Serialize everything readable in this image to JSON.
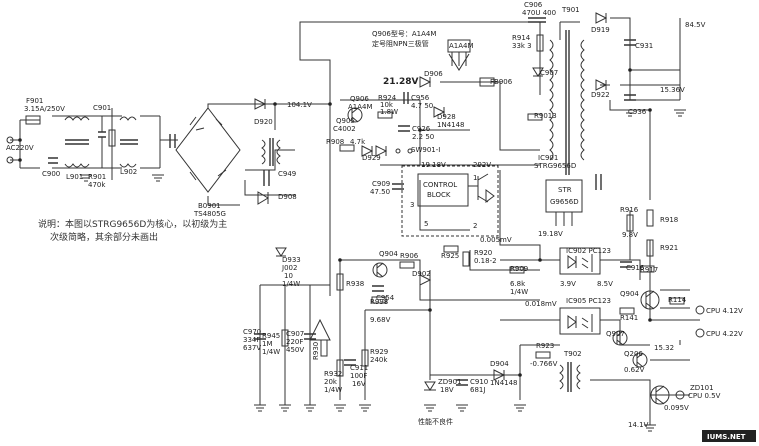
{
  "labels": {
    "f901": "F901",
    "f901_rating": "3.15A/250V",
    "ac220v": "AC220V",
    "c900": "C900",
    "c901": "C901",
    "l901": "L901",
    "r901": "R901",
    "r901_val": "470k",
    "l902": "L902",
    "b0901": "B0901",
    "b0901_part": "TS4805G",
    "c949": "C949",
    "d908": "D908",
    "d920": "D920",
    "v104": "104.1V",
    "d906": "D906",
    "v21": "21.28V",
    "c906": "C906",
    "c906_val": "470U 400",
    "t901": "T901",
    "r914": "R914",
    "r914_val": "33k 3",
    "c907": "C907",
    "fb906": "FB906",
    "q906_note1": "Q906型号：A1A4M",
    "q906_note2": "定号阻NPN三极管",
    "a1a4m": "A1A4M",
    "d919": "D919",
    "v84": "84.5V",
    "c931": "C931",
    "d922": "D922",
    "v15_36": "15.36V",
    "c936": "C936",
    "r9013": "R9013",
    "q906": "Q906",
    "q906_part": "A1A4M",
    "r924": "R924",
    "r924_val": "10k",
    "r924_val2": "1.8W",
    "c956": "C956",
    "c956_val": "4.7 50",
    "d928": "D928",
    "d928_part": "1N4148",
    "q905": "Q905",
    "c4002": "C4002",
    "c926": "C926",
    "c926_val": "2.2 50",
    "r908": "R908",
    "r908_val": "4.7k",
    "d929": "D929",
    "sw901": "SW901-I",
    "v19_18": "19.18V",
    "v292": "292V",
    "ic901": "IC901",
    "ic901_part": "STRG9656D",
    "c909": "C909",
    "c909_val": "47.50",
    "control_block_1": "CONTROL",
    "control_block_2": "BLOCK",
    "pin_3": "3",
    "pin_5": "5",
    "pin_1": "1",
    "pin_2": "2",
    "str_1": "STR",
    "str_2": "G9656D",
    "v0_005": "0.005mV",
    "r925": "R925",
    "r920": "R920",
    "r920_val": "0.18-2",
    "v19_18b": "19.18V",
    "note_1": "说明：本图以STRG9656D为核心，以初级为主",
    "note_2": "次级简略，其余部分未画出",
    "d933": "D933",
    "j002": "J002",
    "d933_v": "10",
    "d933_w": "1/4W",
    "q904": "Q904",
    "r906": "R906",
    "d902": "D902",
    "r938": "R938",
    "c954": "C954",
    "r909": "R909",
    "r909_val": "6.8k",
    "r909_w": "1/4W",
    "v3_9": "3.9V",
    "v8_5": "8.5V",
    "ic902": "IC902 PC123",
    "r916": "R916",
    "r918": "R918",
    "v9_8": "9.8V",
    "r921": "R921",
    "c916": "C916",
    "r917": "R917",
    "q904b": "Q904",
    "r998": "R998",
    "v9_68": "9.68V",
    "v0_018": "0.018mV",
    "ic905": "IC905 PC123",
    "r114": "R114",
    "cpu_412": "CPU 4.12V",
    "r141": "R141",
    "cpu_422": "CPU 4.22V",
    "q907": "Q907",
    "c970": "C970",
    "c970_val": "334F",
    "c970_v": "637V",
    "r945": "R945",
    "r945_val": "1M",
    "r945_w": "1/4W",
    "c907b": "C907",
    "c907b_val": "220F",
    "c907b_v": "450V",
    "r930": "R930",
    "r932": "R932",
    "r932_val": "20k",
    "r932_w": "1/4W",
    "c911": "C911",
    "c911_val": "100F",
    "c911_v": "16V",
    "r929": "R929",
    "r929_val": "240k",
    "r923": "R923",
    "v_neg0_766": "-0.766V",
    "t902": "T902",
    "d904": "D904",
    "d904_part": "1N4148",
    "c910": "C910",
    "c910_val": "681J",
    "zd901": "ZD901",
    "zd901_val": "18V",
    "performance_bad": "性能不良件",
    "q206": "Q206",
    "v0_62": "0.62V",
    "v15_32": "15.32",
    "zd101": "ZD101",
    "cpu_05": "CPU 0.5V",
    "v0_095": "0.095V",
    "v14_1": "14.1V",
    "watermark": "IUMS.NET"
  }
}
